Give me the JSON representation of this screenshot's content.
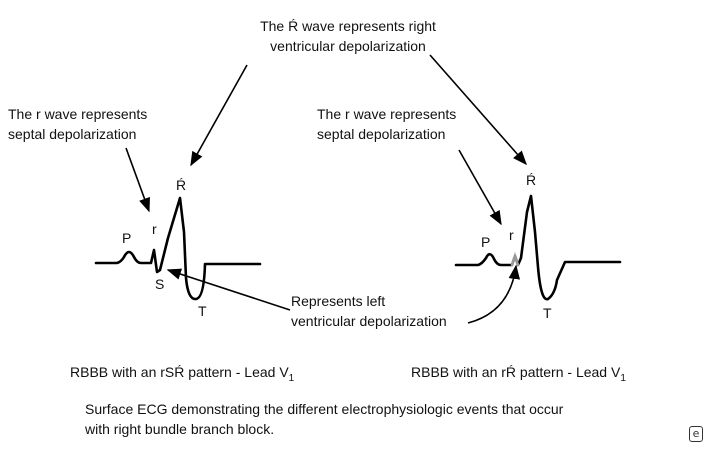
{
  "annotations": {
    "r_prime_wave": {
      "line1": "The Ŕ wave represents right",
      "line2": "ventricular depolarization"
    },
    "r_wave_left": {
      "line1": "The r wave represents",
      "line2": "septal depolarization"
    },
    "r_wave_right": {
      "line1": "The r wave represents",
      "line2": "septal depolarization"
    },
    "left_depol": {
      "line1": "Represents left",
      "line2": "ventricular depolarization"
    }
  },
  "left_tracing": {
    "waves": {
      "P": "P",
      "r": "r",
      "R_prime": "Ŕ",
      "S": "S",
      "T": "T"
    },
    "caption_main": "RBBB with an rSŔ pattern - Lead V",
    "caption_sub": "1"
  },
  "right_tracing": {
    "waves": {
      "P": "P",
      "r": "r",
      "R_prime": "Ŕ",
      "T": "T"
    },
    "caption_main": "RBBB with an rŔ pattern - Lead V",
    "caption_sub": "1"
  },
  "footer": {
    "line1": "Surface ECG demonstrating the different electrophysiologic events that occur",
    "line2": "with right bundle branch block."
  },
  "logo_icon": "publisher-logo-icon"
}
